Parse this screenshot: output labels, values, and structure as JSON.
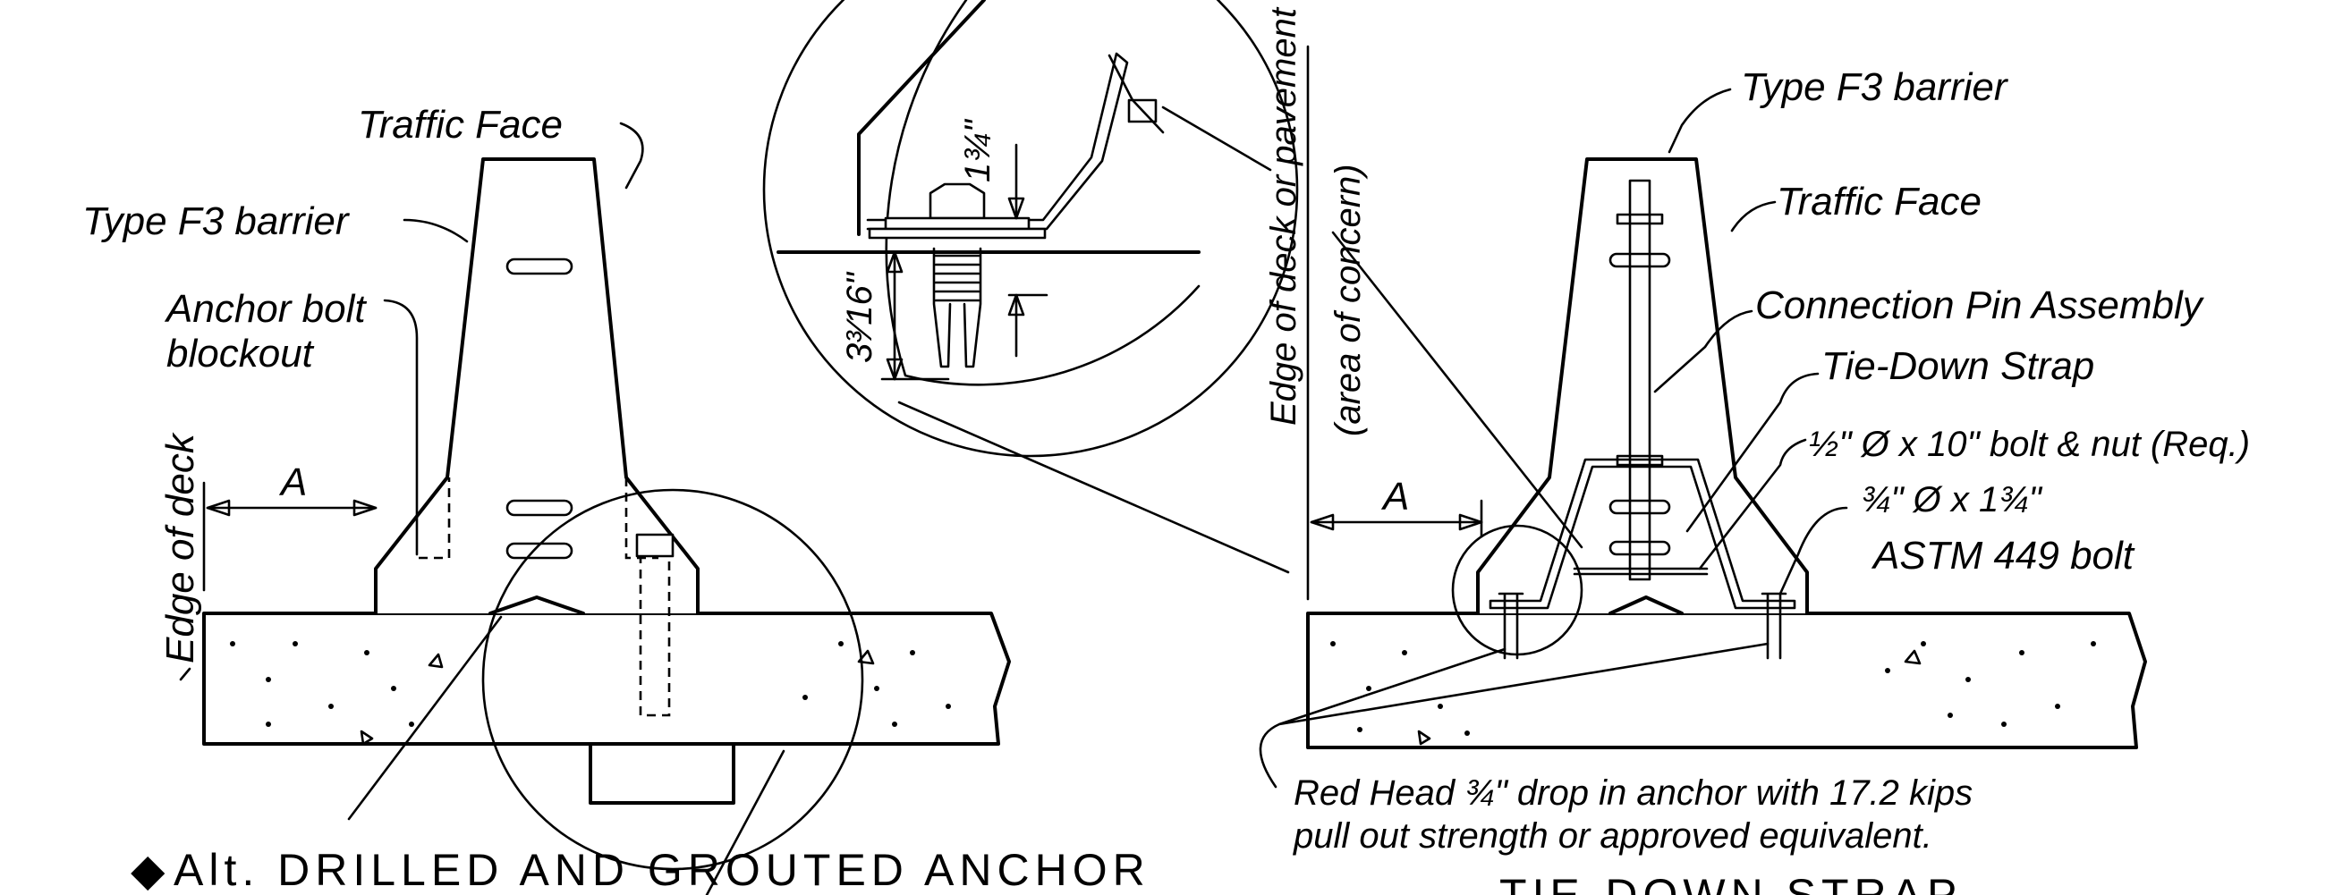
{
  "left_view": {
    "traffic_face": "Traffic Face",
    "barrier_type": "Type F3 barrier",
    "anchor_blockout_line1": "Anchor bolt",
    "anchor_blockout_line2": "blockout",
    "dim_a": "A",
    "edge_of_deck": "Edge of deck",
    "title": "Alt. DRILLED AND GROUTED ANCHOR",
    "title_marker": "◆"
  },
  "detail": {
    "dim_top": "1¾\"",
    "dim_side": "3³⁄16\""
  },
  "right_view": {
    "barrier_type": "Type F3 barrier",
    "traffic_face": "Traffic Face",
    "connection_pin": "Connection Pin Assembly",
    "tie_down_strap": "Tie-Down Strap",
    "bolt_nut": "½\" Ø x 10\" bolt & nut (Req.)",
    "astm_bolt_line1": "¾\" Ø x 1¾\"",
    "astm_bolt_line2": "ASTM 449 bolt",
    "edge_label_line1": "Edge of deck or pavement",
    "edge_label_line2": "(area of concern)",
    "dim_a": "A",
    "anchor_note_line1": "Red Head ¾\" drop in anchor with 17.2 kips",
    "anchor_note_line2": "pull out strength or approved equivalent.",
    "title": "TIE-DOWN STRAP"
  }
}
